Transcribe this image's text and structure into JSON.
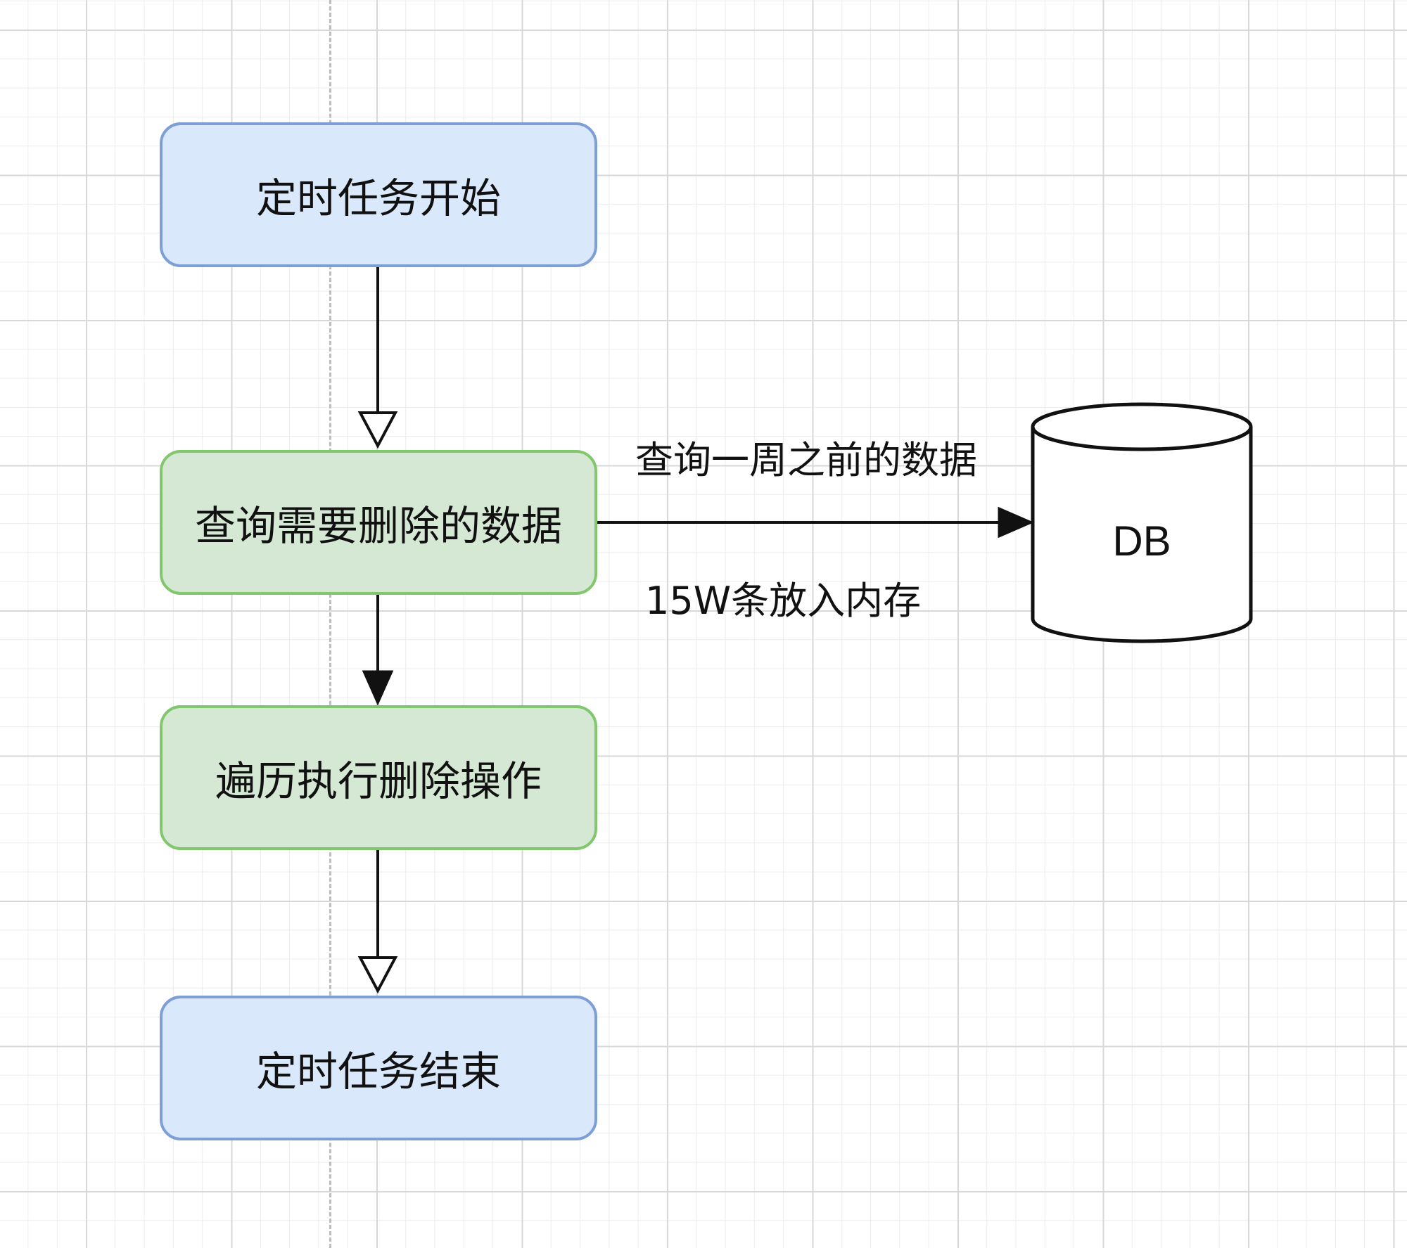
{
  "nodes": {
    "start": "定时任务开始",
    "query": "查询需要删除的数据",
    "iterate": "遍历执行删除操作",
    "end": "定时任务结束"
  },
  "database": {
    "label": "DB"
  },
  "edge_labels": {
    "query_request": "查询一周之前的数据",
    "query_result": "15W条放入内存"
  },
  "colors": {
    "blue_fill": "#dae8fc",
    "blue_stroke": "#7d9fd6",
    "green_fill": "#d5e8d4",
    "green_stroke": "#82c76e"
  }
}
